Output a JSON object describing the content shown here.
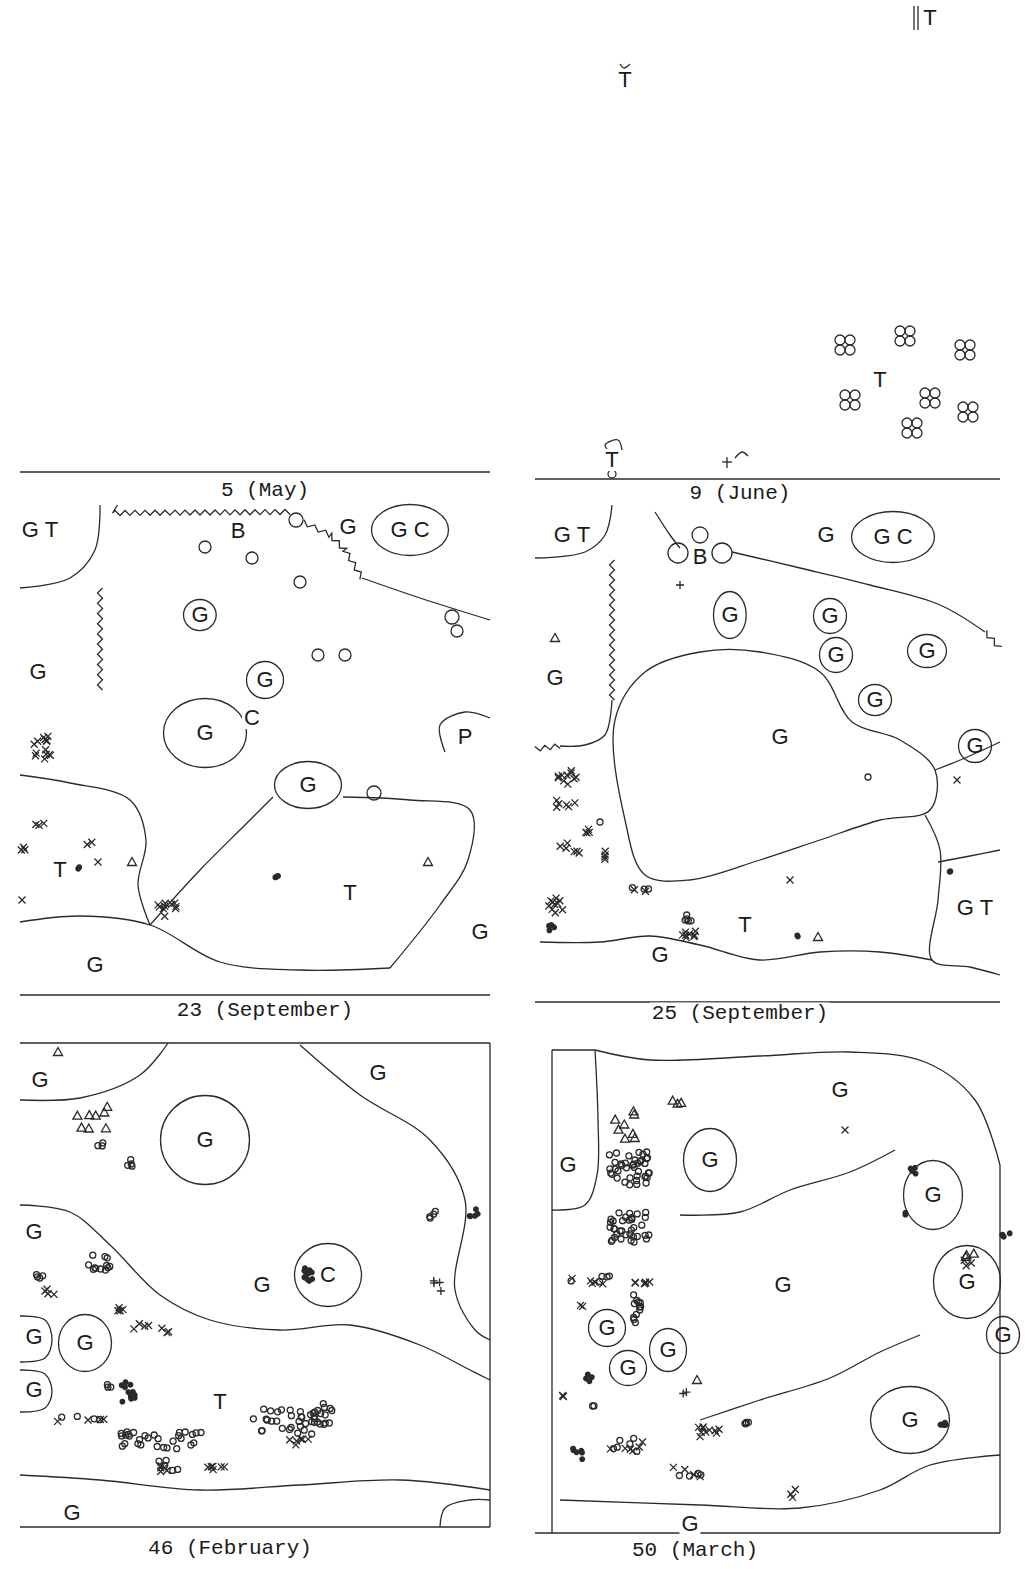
{
  "diagram": {
    "nodes": [
      {
        "text": [
          "G C"
        ]
      },
      {
        "text": [
          "G"
        ]
      },
      {
        "text": [
          "G"
        ]
      },
      {
        "text": [
          "G"
        ]
      },
      {
        "text": [
          "G"
        ]
      },
      {
        "text": [
          "G C"
        ]
      },
      {
        "text": [
          "G"
        ]
      },
      {
        "text": [
          "G"
        ]
      },
      {
        "text": [
          "G"
        ]
      },
      {
        "text": [
          "G"
        ]
      },
      {
        "text": [
          "G"
        ]
      },
      {
        "text": [
          "G"
        ]
      },
      {
        "text": [
          "G"
        ]
      },
      {
        "text": [
          "C"
        ]
      },
      {
        "text": [
          "G"
        ]
      },
      {
        "text": [
          "G"
        ]
      },
      {
        "text": [
          "G"
        ]
      },
      {
        "text": [
          "G"
        ]
      },
      {
        "text": [
          "G"
        ]
      },
      {
        "text": [
          "G"
        ]
      },
      {
        "text": [
          "G"
        ]
      },
      {
        "text": [
          "G"
        ]
      },
      {
        "text": [
          "G"
        ]
      }
    ],
    "labels": [
      "T",
      "T",
      "T",
      "T",
      "5 (May)",
      "9 (June)",
      "G T",
      "B",
      "G",
      "G",
      "C",
      "P",
      "T",
      "T",
      "G",
      "G",
      "23 (September)",
      "G T",
      "B",
      "G",
      "G",
      "G",
      "G T",
      "T",
      "G",
      "25 (September)",
      "G",
      "G",
      "G",
      "G",
      "G",
      "G",
      "T",
      "G",
      "46 (February)",
      "G",
      "G",
      "G",
      "G",
      "50 (March)"
    ]
  }
}
